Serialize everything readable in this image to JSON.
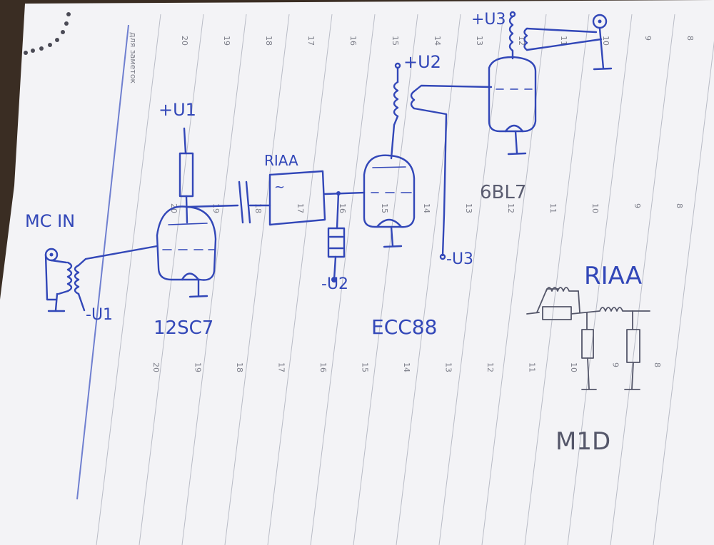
{
  "colors": {
    "ink": "#3247b8",
    "pencil": "#55576a",
    "paper": "#f3f3f6",
    "rule": "#b9bcc6",
    "margin": "#6f7fd0"
  },
  "labels": {
    "mc_in": "MC IN",
    "u1_plus": "+U1",
    "u1_minus": "-U1",
    "u2_plus": "+U2",
    "u2_minus": "-U2",
    "u3_plus": "+U3",
    "u3_minus": "-U3",
    "riaa_block": "RIAA",
    "riaa_symbol": "~",
    "tube1": "12SC7",
    "tube2": "ECC88",
    "tube3": "6BL7",
    "riaa_detail": "RIAA",
    "mid": "M1D"
  },
  "margin_note": "для заметок",
  "row_numbers": {
    "top": [
      "20",
      "19",
      "18",
      "17",
      "16",
      "15",
      "14",
      "13",
      "12",
      "11",
      "10",
      "9",
      "8"
    ],
    "middle": [
      "20",
      "19",
      "18",
      "17",
      "16",
      "15",
      "14",
      "13",
      "12",
      "11",
      "10",
      "9",
      "8"
    ],
    "bottom": [
      "20",
      "19",
      "18",
      "17",
      "16",
      "15",
      "14",
      "13",
      "12",
      "11",
      "10",
      "9",
      "8"
    ]
  },
  "icons": [
    "coax-input-icon",
    "transformer-icon",
    "ground-icon",
    "resistor-icon",
    "capacitor-icon",
    "vacuum-tube-icon",
    "inductor-icon",
    "electrolytic-capacitor-icon"
  ]
}
